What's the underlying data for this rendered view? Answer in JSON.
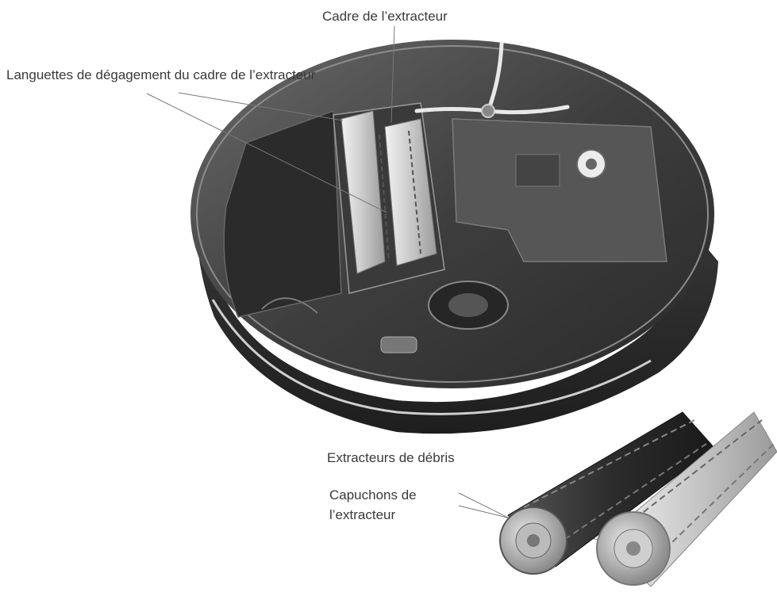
{
  "labels": {
    "extractor_frame": "Cadre de l’extracteur",
    "frame_release_tabs": "Languettes de dégagement du cadre de l’extracteur",
    "debris_extractors": "Extracteurs de débris",
    "extractor_caps_line1": "Capuchons de",
    "extractor_caps_line2": "l’extracteur"
  },
  "colors": {
    "body_dark": "#2f2f2f",
    "body_mid": "#4a4a4a",
    "rim_light": "#bdbdbd",
    "extractor_light": "#d8d8d8",
    "extractor_dark": "#3a3a3a",
    "leader_line": "#777777"
  }
}
